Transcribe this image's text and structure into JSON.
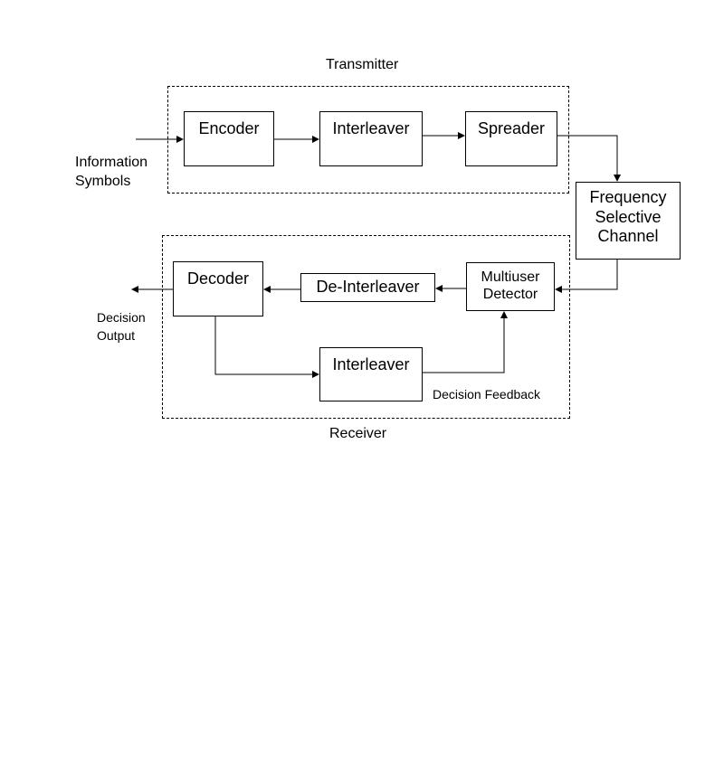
{
  "transmitter": {
    "title": "Transmitter",
    "encoder": "Encoder",
    "interleaver": "Interleaver",
    "spreader": "Spreader"
  },
  "input_label": {
    "line1": "Information",
    "line2": "Symbols"
  },
  "channel": {
    "line1": "Frequency",
    "line2": "Selective",
    "line3": "Channel"
  },
  "receiver": {
    "title": "Receiver",
    "decoder": "Decoder",
    "deinterleaver": "De-Interleaver",
    "detector_line1": "Multiuser",
    "detector_line2": "Detector",
    "interleaver": "Interleaver",
    "feedback_label": "Decision Feedback"
  },
  "output_label": {
    "line1": "Decision",
    "line2": "Output"
  }
}
